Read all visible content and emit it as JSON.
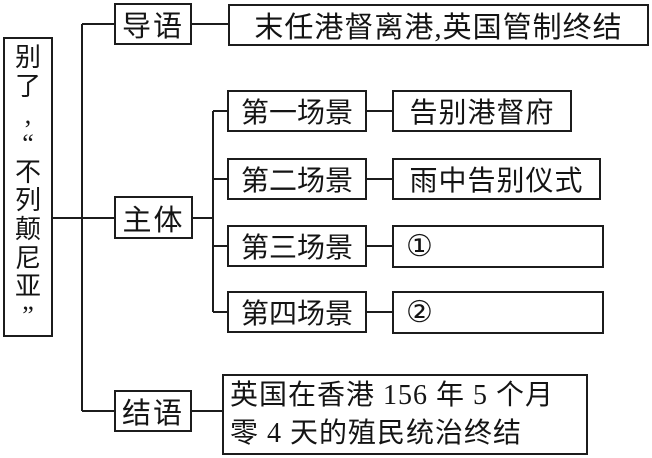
{
  "diagram": {
    "root": {
      "title": "别了,“不列颠尼亚”",
      "chars": [
        "别",
        "了",
        ",",
        "“",
        "不",
        "列",
        "颠",
        "尼",
        "亚",
        "”"
      ]
    },
    "lead": {
      "label": "导语",
      "content": "末任港督离港,英国管制终结"
    },
    "body": {
      "label": "主体",
      "scenes": [
        {
          "label": "第一场景",
          "content": "告别港督府"
        },
        {
          "label": "第二场景",
          "content": "雨中告别仪式"
        },
        {
          "label": "第三场景",
          "content": "①"
        },
        {
          "label": "第四场景",
          "content": "②"
        }
      ]
    },
    "conclusion": {
      "label": "结语",
      "content_lines": [
        "英国在香港 156 年 5 个月",
        "零 4 天的殖民统治终结"
      ]
    },
    "colors": {
      "line": "#1c1c1c",
      "background": "#ffffff",
      "text": "#141414"
    }
  }
}
